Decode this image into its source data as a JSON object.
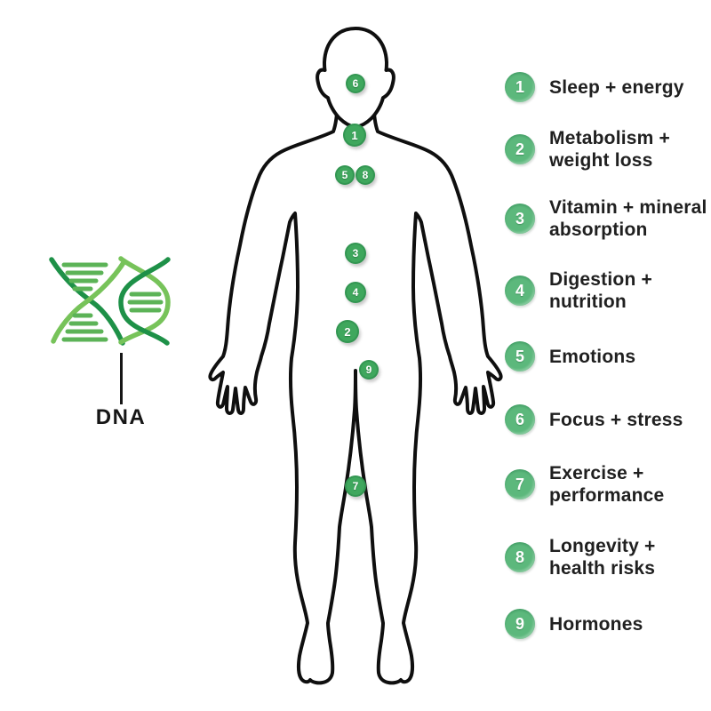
{
  "dna": {
    "label": "DNA"
  },
  "body_markers": [
    {
      "number": "1"
    },
    {
      "number": "2"
    },
    {
      "number": "3"
    },
    {
      "number": "4"
    },
    {
      "number": "5"
    },
    {
      "number": "6"
    },
    {
      "number": "7"
    },
    {
      "number": "8"
    },
    {
      "number": "9"
    }
  ],
  "legend": {
    "items": [
      {
        "number": "1",
        "label": "Sleep + energy"
      },
      {
        "number": "2",
        "label": "Metabolism +\nweight loss"
      },
      {
        "number": "3",
        "label": "Vitamin + mineral\nabsorption"
      },
      {
        "number": "4",
        "label": "Digestion +\nnutrition"
      },
      {
        "number": "5",
        "label": "Emotions"
      },
      {
        "number": "6",
        "label": "Focus + stress"
      },
      {
        "number": "7",
        "label": "Exercise +\nperformance"
      },
      {
        "number": "8",
        "label": "Longevity +\nhealth risks"
      },
      {
        "number": "9",
        "label": "Hormones"
      }
    ]
  },
  "colors": {
    "legend_badge_green": "#5cb87c",
    "body_marker_green": "#3fa75d",
    "dna_strand_dark": "#1e9148",
    "dna_strand_light": "#77c35a",
    "dna_rung_green": "#5cb357",
    "outline_black": "#0f0f0f",
    "text_dark": "#202020",
    "background": "#ffffff"
  }
}
